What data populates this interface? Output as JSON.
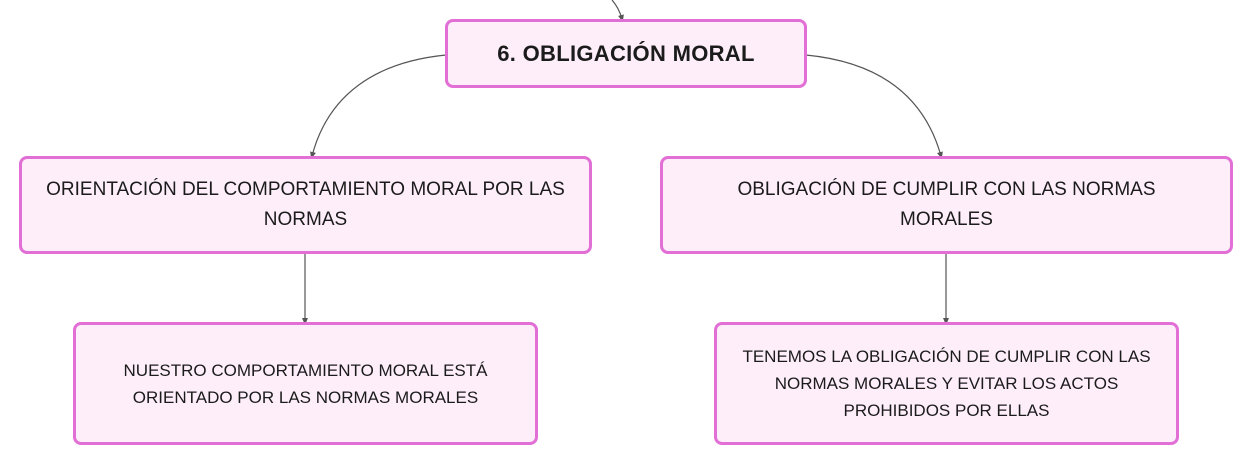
{
  "diagram": {
    "root": {
      "label": "6. OBLIGACIÓN MORAL"
    },
    "branches": [
      {
        "label": "ORIENTACIÓN DEL COMPORTAMIENTO MORAL POR LAS NORMAS",
        "child": "NUESTRO COMPORTAMIENTO MORAL ESTÁ ORIENTADO POR LAS NORMAS MORALES"
      },
      {
        "label": "OBLIGACIÓN DE CUMPLIR CON LAS NORMAS MORALES",
        "child": "TENEMOS LA OBLIGACIÓN DE CUMPLIR CON LAS NORMAS MORALES Y EVITAR LOS ACTOS PROHIBIDOS POR ELLAS"
      }
    ],
    "colors": {
      "node_fill": "#fdeefa",
      "node_border": "#e26fd5",
      "connector": "#555555",
      "text": "#1b1b1b"
    }
  }
}
